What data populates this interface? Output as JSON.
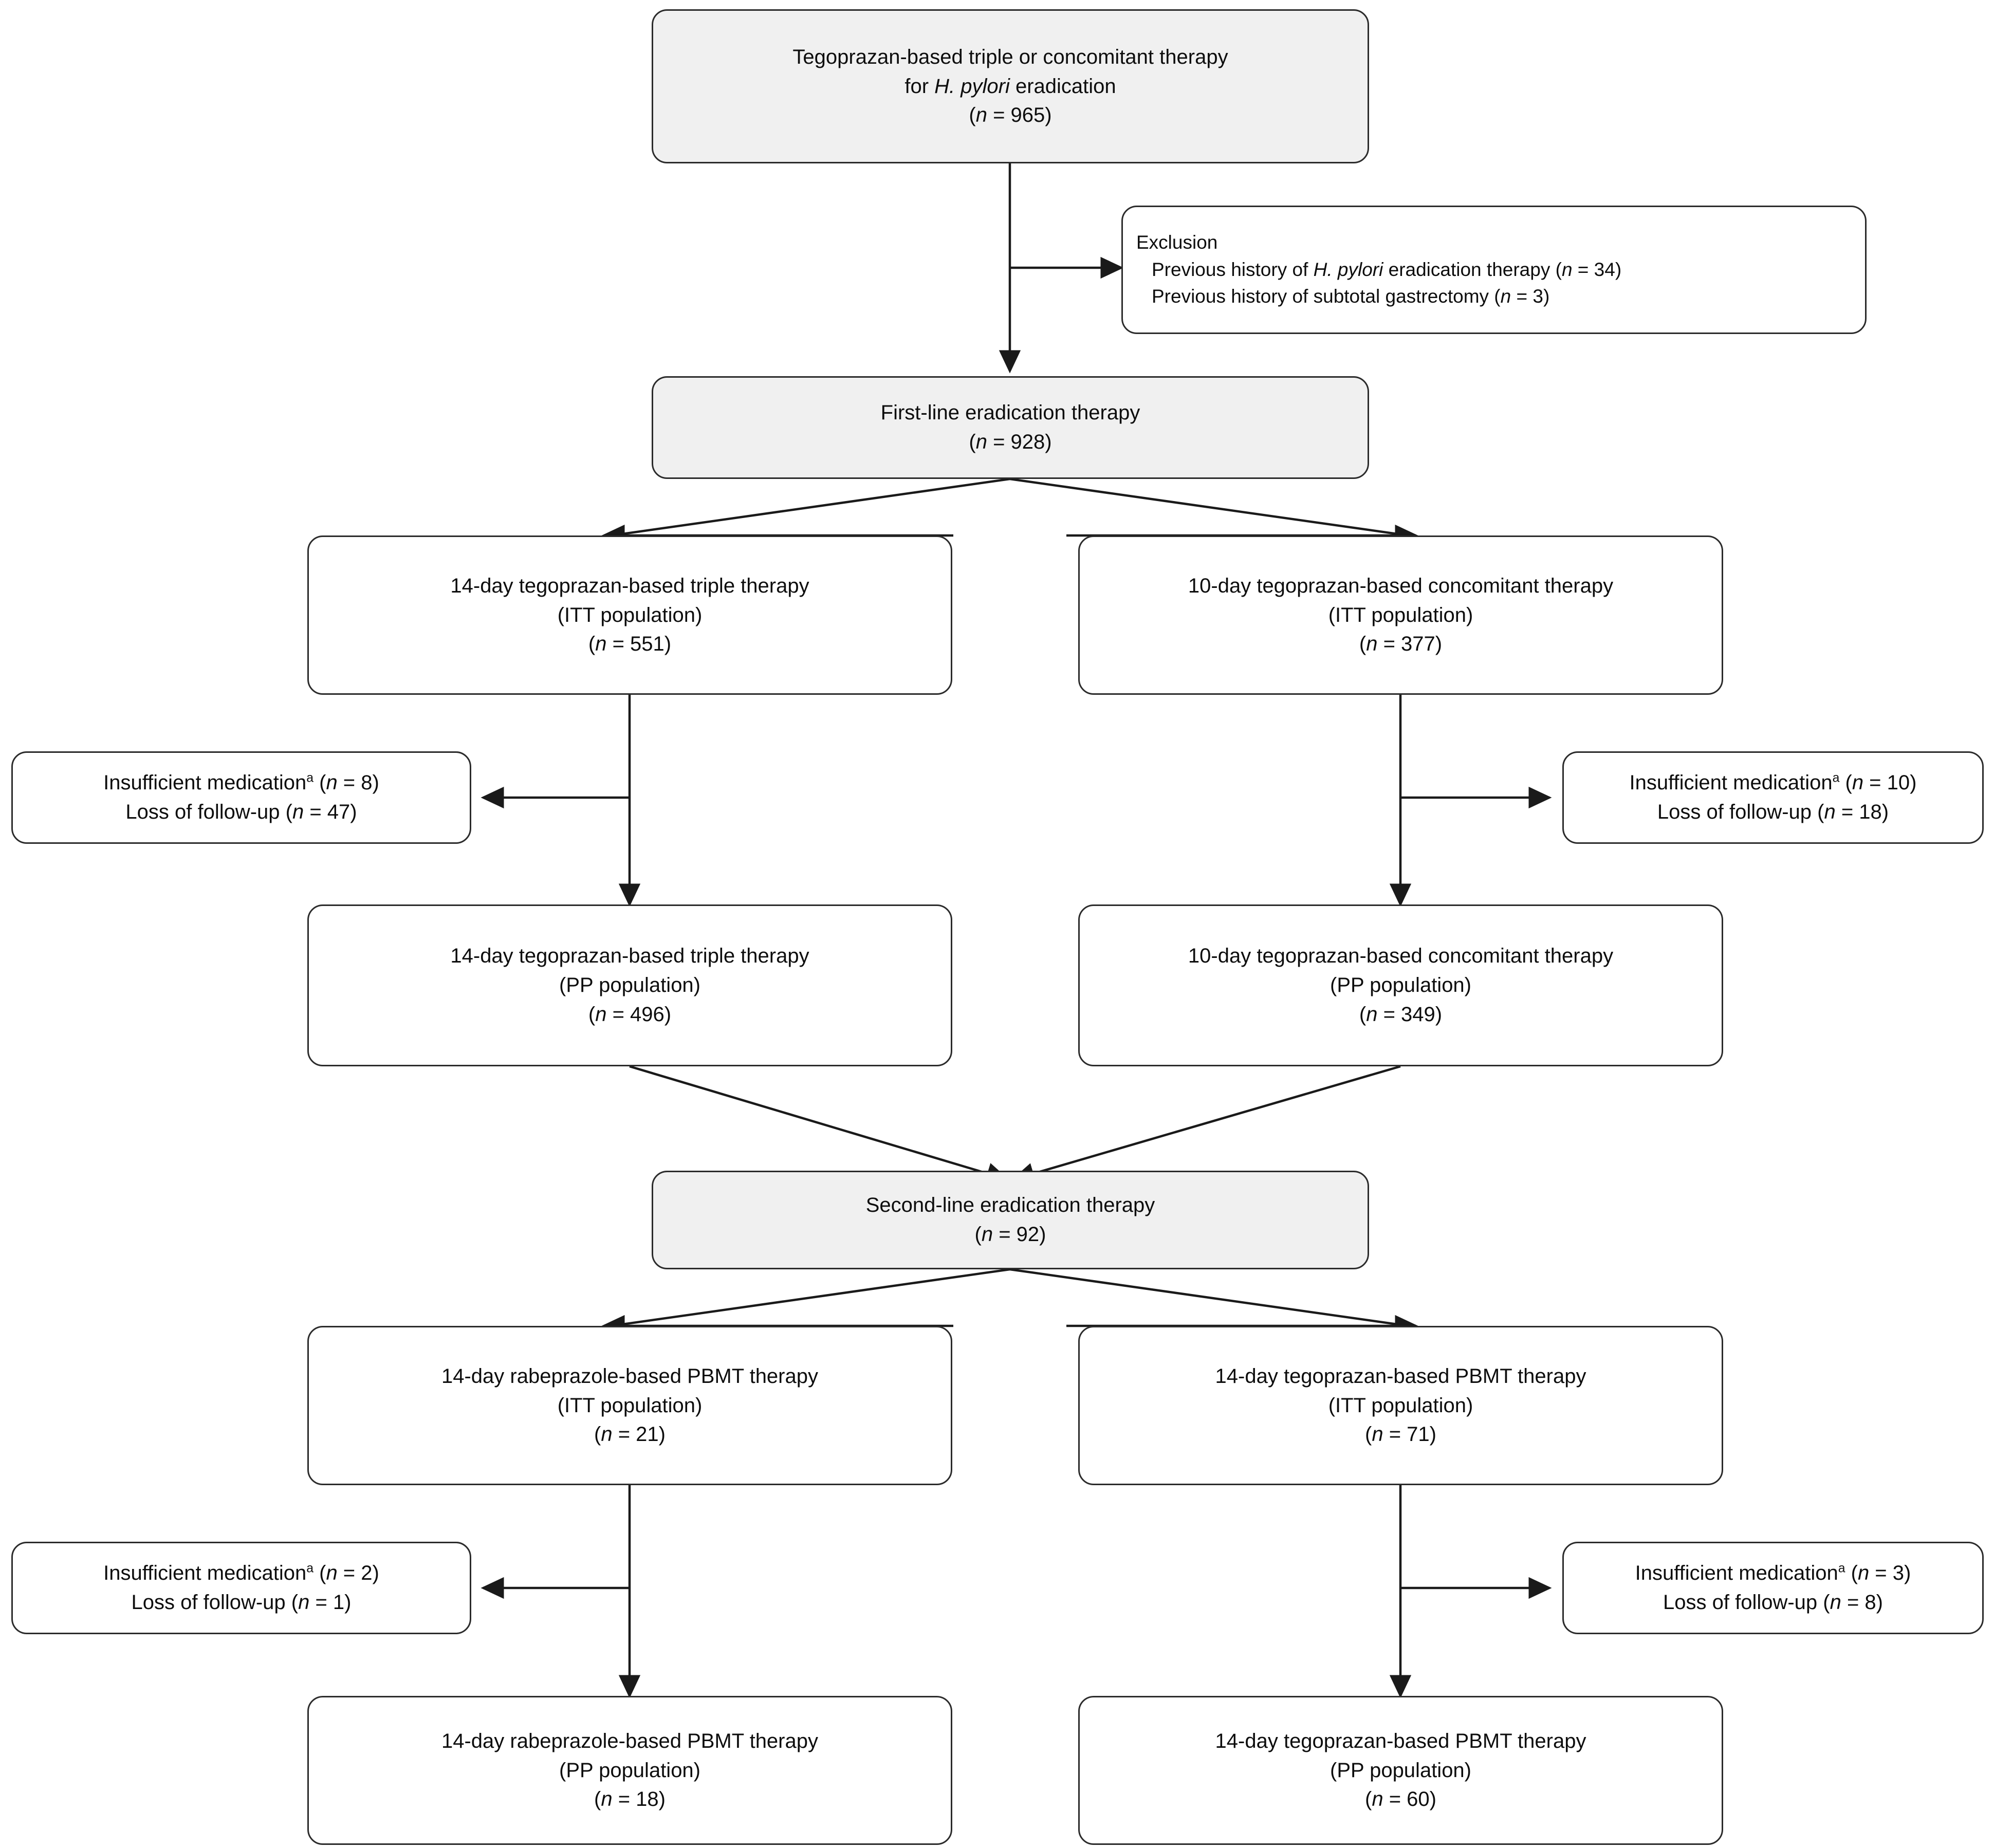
{
  "diagram": {
    "title": "Patient flow diagram of tegoprazan-based Helicobacter pylori eradication therapy",
    "type": "flowchart",
    "accent_color": "#2b2b2b",
    "shaded_fill": "#f0f0f0",
    "plain_fill": "#ffffff"
  },
  "nodes": {
    "enrollment": {
      "name": "enrollment-box",
      "shaded": true,
      "line1": "Tegoprazan-based triple or concomitant therapy",
      "line2_prefix": "for ",
      "line2_italic": "H. pylori",
      "line2_suffix": " eradication",
      "count_open": "(",
      "count_var": "n",
      "count_value": " = 965)"
    },
    "exclusion": {
      "name": "exclusion-box",
      "shaded": false,
      "heading": "Exclusion",
      "items": [
        {
          "prefix": "Previous history of ",
          "italic": "H. pylori",
          "suffix": " eradication therapy (",
          "var": "n",
          "value": " = 34)"
        },
        {
          "prefix": "Previous history of subtotal gastrectomy (",
          "italic": "",
          "suffix": "",
          "var": "n",
          "value": " = 3)"
        }
      ]
    },
    "first_line": {
      "name": "first-line-therapy-box",
      "shaded": true,
      "line1": "First-line eradication therapy",
      "count_open": "(",
      "count_var": "n",
      "count_value": " = 928)"
    },
    "triple_itt": {
      "name": "triple-itt-box",
      "shaded": false,
      "line1": "14-day tegoprazan-based triple therapy",
      "line2": "(ITT population)",
      "count_open": "(",
      "count_var": "n",
      "count_value": " = 551)"
    },
    "concomitant_itt": {
      "name": "concomitant-itt-box",
      "shaded": false,
      "line1": "10-day tegoprazan-based concomitant therapy",
      "line2": "(ITT population)",
      "count_open": "(",
      "count_var": "n",
      "count_value": " = 377)"
    },
    "dropout_triple": {
      "name": "dropout-triple-box",
      "shaded": false,
      "line1_prefix": "Insufficient medication",
      "line1_sup": "a",
      "line1_open": " (",
      "line1_var": "n",
      "line1_value": " = 8)",
      "line2_prefix": "Loss of follow-up (",
      "line2_var": "n",
      "line2_value": " = 47)"
    },
    "dropout_concomitant": {
      "name": "dropout-concomitant-box",
      "shaded": false,
      "line1_prefix": "Insufficient medication",
      "line1_sup": "a",
      "line1_open": " (",
      "line1_var": "n",
      "line1_value": " = 10)",
      "line2_prefix": "Loss of follow-up (",
      "line2_var": "n",
      "line2_value": " = 18)"
    },
    "triple_pp": {
      "name": "triple-pp-box",
      "shaded": false,
      "line1": "14-day tegoprazan-based triple therapy",
      "line2": "(PP population)",
      "count_open": "(",
      "count_var": "n",
      "count_value": " = 496)"
    },
    "concomitant_pp": {
      "name": "concomitant-pp-box",
      "shaded": false,
      "line1": "10-day tegoprazan-based concomitant therapy",
      "line2": "(PP population)",
      "count_open": "(",
      "count_var": "n",
      "count_value": " = 349)"
    },
    "second_line": {
      "name": "second-line-therapy-box",
      "shaded": true,
      "line1": "Second-line eradication therapy",
      "count_open": "(",
      "count_var": "n",
      "count_value": " = 92)"
    },
    "rabeprazole_itt": {
      "name": "rabeprazole-pbmt-itt-box",
      "shaded": false,
      "line1": "14-day rabeprazole-based PBMT therapy",
      "line2": "(ITT population)",
      "count_open": "(",
      "count_var": "n",
      "count_value": " = 21)"
    },
    "tegoprazan_pbmt_itt": {
      "name": "tegoprazan-pbmt-itt-box",
      "shaded": false,
      "line1": "14-day tegoprazan-based PBMT therapy",
      "line2": "(ITT population)",
      "count_open": "(",
      "count_var": "n",
      "count_value": " = 71)"
    },
    "dropout_rabeprazole": {
      "name": "dropout-rabeprazole-box",
      "shaded": false,
      "line1_prefix": "Insufficient medication",
      "line1_sup": "a",
      "line1_open": " (",
      "line1_var": "n",
      "line1_value": " = 2)",
      "line2_prefix": "Loss of follow-up (",
      "line2_var": "n",
      "line2_value": " = 1)"
    },
    "dropout_tegoprazan_pbmt": {
      "name": "dropout-tegoprazan-pbmt-box",
      "shaded": false,
      "line1_prefix": "Insufficient medication",
      "line1_sup": "a",
      "line1_open": " (",
      "line1_var": "n",
      "line1_value": " = 3)",
      "line2_prefix": "Loss of follow-up (",
      "line2_var": "n",
      "line2_value": " = 8)"
    },
    "rabeprazole_pp": {
      "name": "rabeprazole-pbmt-pp-box",
      "shaded": false,
      "line1": "14-day rabeprazole-based PBMT therapy",
      "line2": "(PP population)",
      "count_open": "(",
      "count_var": "n",
      "count_value": " = 18)"
    },
    "tegoprazan_pbmt_pp": {
      "name": "tegoprazan-pbmt-pp-box",
      "shaded": false,
      "line1": "14-day tegoprazan-based PBMT therapy",
      "line2": "(PP population)",
      "count_open": "(",
      "count_var": "n",
      "count_value": " = 60)"
    }
  },
  "chart_data": {
    "type": "flowchart",
    "title": "Tegoprazan-based H. pylori eradication therapy patient flow",
    "stages": [
      {
        "label": "Tegoprazan-based triple or concomitant therapy for H. pylori eradication",
        "n": 965
      },
      {
        "label": "Exclusion: Previous history of H. pylori eradication therapy",
        "n": 34
      },
      {
        "label": "Exclusion: Previous history of subtotal gastrectomy",
        "n": 3
      },
      {
        "label": "First-line eradication therapy",
        "n": 928
      },
      {
        "label": "14-day tegoprazan-based triple therapy (ITT population)",
        "n": 551
      },
      {
        "label": "10-day tegoprazan-based concomitant therapy (ITT population)",
        "n": 377
      },
      {
        "label": "Triple therapy dropout: Insufficient medication",
        "n": 8
      },
      {
        "label": "Triple therapy dropout: Loss of follow-up",
        "n": 47
      },
      {
        "label": "Concomitant therapy dropout: Insufficient medication",
        "n": 10
      },
      {
        "label": "Concomitant therapy dropout: Loss of follow-up",
        "n": 18
      },
      {
        "label": "14-day tegoprazan-based triple therapy (PP population)",
        "n": 496
      },
      {
        "label": "10-day tegoprazan-based concomitant therapy (PP population)",
        "n": 349
      },
      {
        "label": "Second-line eradication therapy",
        "n": 92
      },
      {
        "label": "14-day rabeprazole-based PBMT therapy (ITT population)",
        "n": 21
      },
      {
        "label": "14-day tegoprazan-based PBMT therapy (ITT population)",
        "n": 71
      },
      {
        "label": "Rabeprazole PBMT dropout: Insufficient medication",
        "n": 2
      },
      {
        "label": "Rabeprazole PBMT dropout: Loss of follow-up",
        "n": 1
      },
      {
        "label": "Tegoprazan PBMT dropout: Insufficient medication",
        "n": 3
      },
      {
        "label": "Tegoprazan PBMT dropout: Loss of follow-up",
        "n": 8
      },
      {
        "label": "14-day rabeprazole-based PBMT therapy (PP population)",
        "n": 18
      },
      {
        "label": "14-day tegoprazan-based PBMT therapy (PP population)",
        "n": 60
      }
    ]
  }
}
